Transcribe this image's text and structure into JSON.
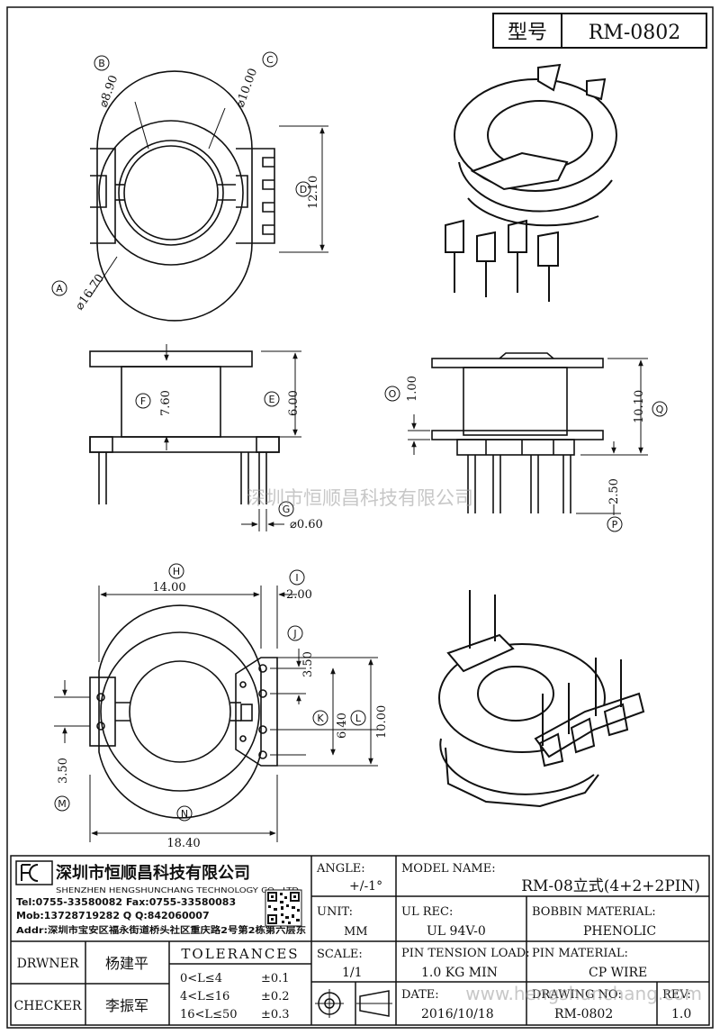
{
  "header": {
    "model_label": "型号",
    "model_value": "RM-0802"
  },
  "top_view": {
    "circles": [
      "B",
      "C",
      "D",
      "A"
    ],
    "dims": {
      "inner_dia": "⌀8.90",
      "outer_core_dia": "⌀10.00",
      "height": "12.10",
      "flange_dia": "⌀16.70"
    }
  },
  "side_view_left": {
    "circles": [
      "F",
      "E",
      "G"
    ],
    "dims": {
      "body_height": "7.60",
      "window": "6.00",
      "pin_dia": "⌀0.60"
    }
  },
  "side_view_right": {
    "circles": [
      "O",
      "Q",
      "P"
    ],
    "dims": {
      "flange_thk": "1.00",
      "total_height": "10.10",
      "pin_length": "2.50"
    }
  },
  "bottom_view": {
    "circles": [
      "H",
      "I",
      "J",
      "K",
      "L",
      "M",
      "N"
    ],
    "dims": {
      "width": "14.00",
      "pin_offset": "2.00",
      "pitch": "3.50",
      "inner_span": "6.40",
      "outer_span": "10.00",
      "left_pitch": "3.50",
      "total_width": "18.40"
    }
  },
  "watermark": {
    "center": "深圳市恒顺昌科技有限公司",
    "bottom": "www.hengshunchang.com"
  },
  "title_block": {
    "company_cn": "深圳市恒顺昌科技有限公司",
    "company_en": "SHENZHEN HENGSHUNCHANG TECHNOLOGY CO., LTD",
    "tel": "Tel:0755-33580082 Fax:0755-33580083",
    "mob": "Mob:13728719282    Q Q:842060007",
    "addr": "Addr:深圳市宝安区福永街道桥头社区重庆路2号第2栋第六层东",
    "angle_label": "ANGLE:",
    "angle_value": "+/-1°",
    "unit_label": "UNIT:",
    "unit_value": "MM",
    "scale_label": "SCALE:",
    "scale_value": "1/1",
    "model_name_label": "MODEL NAME:",
    "model_name_value": "RM-08立式(4+2+2PIN)",
    "ul_label": "UL REC:",
    "ul_value": "UL 94V-0",
    "bobbin_label": "BOBBIN MATERIAL:",
    "bobbin_value": "PHENOLIC",
    "tension_label": "PIN TENSION LOAD:",
    "tension_value": "1.0 KG MIN",
    "pin_mat_label": "PIN MATERIAL:",
    "pin_mat_value": "CP WIRE",
    "date_label": "DATE:",
    "date_value": "2016/10/18",
    "drawing_no_label": "DRAWING NO:",
    "drawing_no_value": "RM-0802",
    "rev_label": "REV:",
    "rev_value": "1.0",
    "drawer_label": "DRWNER",
    "drawer_value": "杨建平",
    "checker_label": "CHECKER",
    "checker_value": "李振军",
    "tolerance_title": "TOLERANCES",
    "tol_1": "0<L≤4",
    "tol_1v": "±0.1",
    "tol_2": "4<L≤16",
    "tol_2v": "±0.2",
    "tol_3": "16<L≤50",
    "tol_3v": "±0.3"
  }
}
